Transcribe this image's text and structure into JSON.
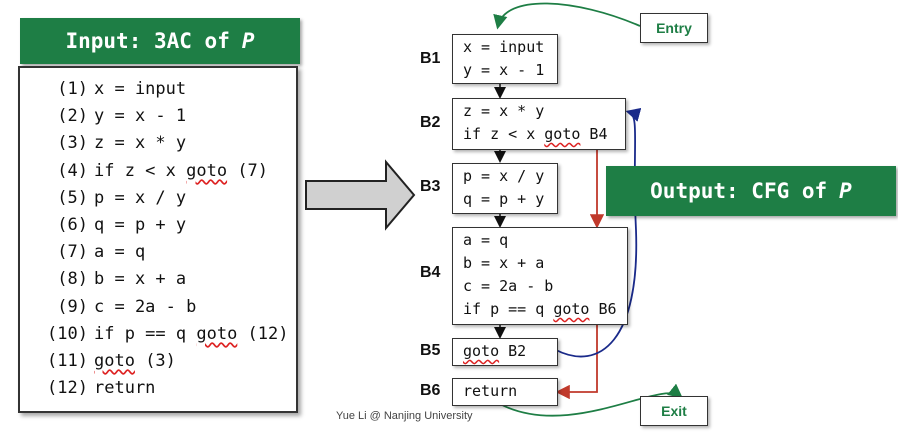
{
  "input_banner": {
    "text": "Input: 3AC of",
    "var": "P"
  },
  "output_banner": {
    "text": "Output: CFG of",
    "var": "P"
  },
  "code_lines": [
    {
      "num": "(1)",
      "pre": "x = input",
      "wavy": "",
      "post": ""
    },
    {
      "num": "(2)",
      "pre": "y = x - 1",
      "wavy": "",
      "post": ""
    },
    {
      "num": "(3)",
      "pre": "z = x * y",
      "wavy": "",
      "post": ""
    },
    {
      "num": "(4)",
      "pre": "if z < x ",
      "wavy": "goto",
      "post": " (7)"
    },
    {
      "num": "(5)",
      "pre": "p = x / y",
      "wavy": "",
      "post": ""
    },
    {
      "num": "(6)",
      "pre": "q = p + y",
      "wavy": "",
      "post": ""
    },
    {
      "num": "(7)",
      "pre": "a = q",
      "wavy": "",
      "post": ""
    },
    {
      "num": "(8)",
      "pre": "b = x + a",
      "wavy": "",
      "post": ""
    },
    {
      "num": "(9)",
      "pre": "c = 2a - b",
      "wavy": "",
      "post": ""
    },
    {
      "num": "(10)",
      "pre": "if p == q ",
      "wavy": "goto",
      "post": " (12)"
    },
    {
      "num": "(11)",
      "pre": "",
      "wavy": "goto",
      "post": " (3)"
    },
    {
      "num": "(12)",
      "pre": "return",
      "wavy": "",
      "post": ""
    }
  ],
  "blocks": [
    {
      "label": "B1",
      "lines": [
        {
          "pre": "x = input",
          "wavy": "",
          "post": ""
        },
        {
          "pre": "y = x - 1",
          "wavy": "",
          "post": ""
        }
      ]
    },
    {
      "label": "B2",
      "lines": [
        {
          "pre": "z = x * y",
          "wavy": "",
          "post": ""
        },
        {
          "pre": "if z < x ",
          "wavy": "goto",
          "post": " B4"
        }
      ]
    },
    {
      "label": "B3",
      "lines": [
        {
          "pre": "p = x / y",
          "wavy": "",
          "post": ""
        },
        {
          "pre": "q = p + y",
          "wavy": "",
          "post": ""
        }
      ]
    },
    {
      "label": "B4",
      "lines": [
        {
          "pre": "a = q",
          "wavy": "",
          "post": ""
        },
        {
          "pre": "b = x + a",
          "wavy": "",
          "post": ""
        },
        {
          "pre": "c = 2a - b",
          "wavy": "",
          "post": ""
        },
        {
          "pre": "if p == q ",
          "wavy": "goto",
          "post": " B6"
        }
      ]
    },
    {
      "label": "B5",
      "lines": [
        {
          "pre": "",
          "wavy": "goto",
          "post": " B2"
        }
      ]
    },
    {
      "label": "B6",
      "lines": [
        {
          "pre": "return",
          "wavy": "",
          "post": ""
        }
      ]
    }
  ],
  "entry": "Entry",
  "exit": "Exit",
  "footer": "Yue Li @ Nanjing University",
  "colors": {
    "banner": "#1e7e45",
    "jump_edge": "#c0392b",
    "back_edge": "#1a2a8a",
    "entry_exit_edge": "#1e7e45"
  }
}
